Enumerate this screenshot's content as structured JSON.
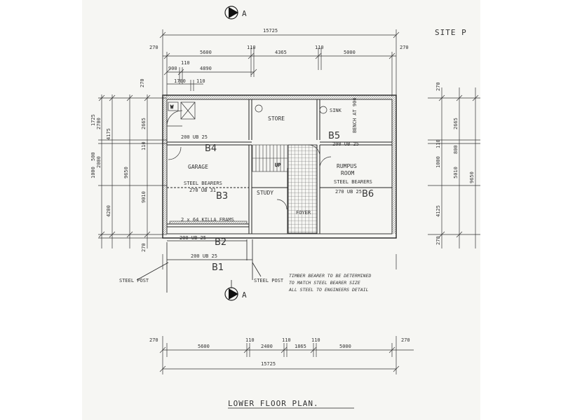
{
  "drawing": {
    "title": "LOWER FLOOR PLAN.",
    "side_title": "SITE P",
    "section_marker": "A",
    "top_dims": {
      "overall": "15725",
      "segments": [
        "270",
        "5600",
        "110",
        "4365",
        "110",
        "5000",
        "270"
      ],
      "sub_row1": [
        "900",
        "110",
        "4890"
      ],
      "sub_row2": [
        "1700",
        "110"
      ]
    },
    "bottom_dims": {
      "overall": "15725",
      "segments": [
        "270",
        "5600",
        "110",
        "2400",
        "110",
        "1865",
        "110",
        "5000",
        "270"
      ]
    },
    "left_dims": {
      "overall": "9650",
      "outer": [
        "270",
        "2665",
        "110",
        "9010",
        "270"
      ],
      "stacked": [
        "1725",
        "2700",
        "4175",
        "2000",
        "4200"
      ],
      "extra": [
        "500",
        "1000"
      ]
    },
    "right_dims": {
      "values": [
        "270",
        "2665",
        "110",
        "1000",
        "5010",
        "4125",
        "9650",
        "270",
        "800"
      ]
    },
    "rooms": [
      {
        "key": "store",
        "label": "STORE"
      },
      {
        "key": "garage",
        "label": "GARAGE"
      },
      {
        "key": "rumpus",
        "label": "RUMPUS"
      },
      {
        "key": "rumpus2",
        "label": "ROOM"
      },
      {
        "key": "study",
        "label": "STUDY"
      },
      {
        "key": "foyer",
        "label": "FOYER"
      },
      {
        "key": "sink",
        "label": "SINK"
      }
    ],
    "beams": [
      {
        "key": "B1",
        "label": "B1",
        "size": "200 UB 25"
      },
      {
        "key": "B2",
        "label": "B2",
        "size": "200 UB 25"
      },
      {
        "key": "B3",
        "label": "B3",
        "size": "270 UB 31"
      },
      {
        "key": "B4",
        "label": "B4",
        "size": "200 UB 25"
      },
      {
        "key": "B5",
        "label": "B5",
        "size": "200 UB 25"
      },
      {
        "key": "B6",
        "label": "B6",
        "size": "270 UB 25"
      }
    ],
    "annotations": {
      "steel_bearers_left": "STEEL BEARERS",
      "steel_bearers_right": "STEEL BEARERS",
      "joists": "2 x 64 KILLA FRAMS",
      "steel_post_left": "STEEL POST",
      "steel_post_right": "STEEL POST",
      "note_line1": "TIMBER BEARER TO BE DETERMINED",
      "note_line2": "TO MATCH STEEL BEARER SIZE",
      "note_line3": "ALL STEEL TO ENGINEERS DETAIL",
      "bench": "BENCH AT 900",
      "up": "UP",
      "wc": "W"
    }
  }
}
